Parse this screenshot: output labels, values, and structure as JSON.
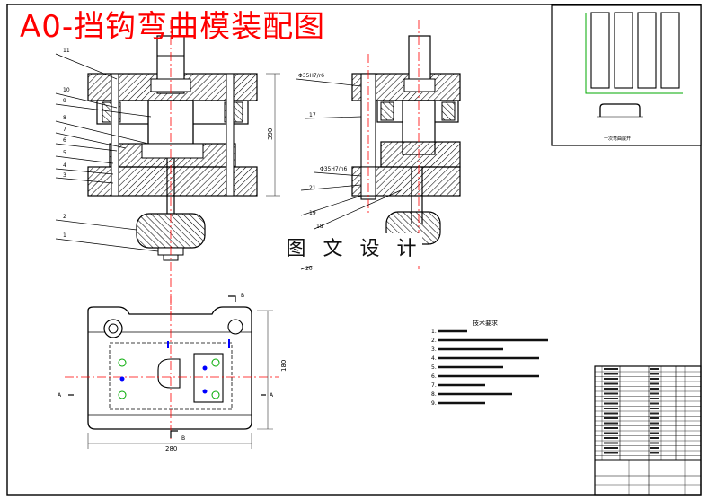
{
  "title": "A0-挡钩弯曲模装配图",
  "watermark": "图 文 设 计",
  "part_numbers": [
    "11",
    "10",
    "9",
    "8",
    "7",
    "6",
    "5",
    "4",
    "3",
    "2",
    "1",
    "17",
    "21",
    "19",
    "20",
    "18"
  ],
  "fit_labels": [
    "Φ35H7/r6",
    "Φ35H7/n6"
  ],
  "dimensions": {
    "height": "390",
    "width": "280",
    "depth": "180"
  },
  "section_labels": [
    "B",
    "B",
    "A",
    "A"
  ],
  "tech_requirements": {
    "heading": "技术要求",
    "lines": [
      "1.",
      "2.",
      "3.",
      "4.",
      "5.",
      "6.",
      "7.",
      "8.",
      "9."
    ]
  },
  "inset_caption": "一次弯曲展开",
  "colors": {
    "title": "#ff0000",
    "outline": "#000000",
    "centerline": "#ff0000",
    "hatch": "#000000",
    "dimension": "#333333",
    "accent_green": "#00aa00",
    "accent_blue": "#0000ff"
  }
}
